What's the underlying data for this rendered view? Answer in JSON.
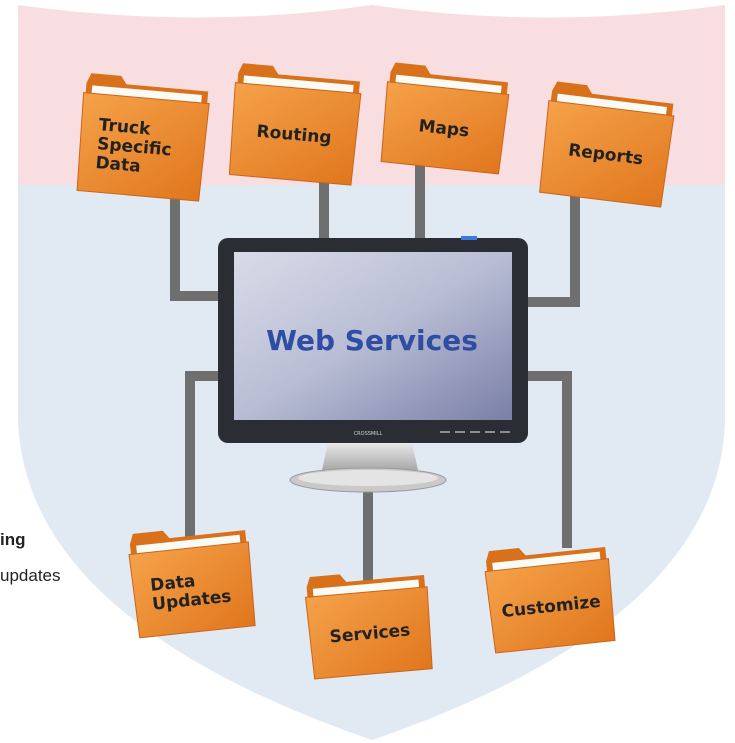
{
  "diagram": {
    "center_label": "Web Services",
    "monitor_brand": "CROSSMILL",
    "colors": {
      "shield_top": "#f8dde1",
      "shield_bottom": "#e1e9f2",
      "folder": "#f08a2c",
      "folder_dark": "#d9701a",
      "arrow": "#6f6f6f",
      "center_text": "#2f4ea3"
    },
    "top_folders": [
      {
        "id": "truck",
        "lines": [
          "Truck",
          "Specific",
          "Data"
        ]
      },
      {
        "id": "routing",
        "lines": [
          "Routing"
        ]
      },
      {
        "id": "maps",
        "lines": [
          "Maps"
        ]
      },
      {
        "id": "reports",
        "lines": [
          "Reports"
        ]
      }
    ],
    "bottom_folders": [
      {
        "id": "data-updates",
        "lines": [
          "Data",
          "Updates"
        ]
      },
      {
        "id": "services",
        "lines": [
          "Services"
        ]
      },
      {
        "id": "customize",
        "lines": [
          "Customize"
        ]
      }
    ]
  },
  "side_note": {
    "title": "ing",
    "subtitle": "updates"
  }
}
